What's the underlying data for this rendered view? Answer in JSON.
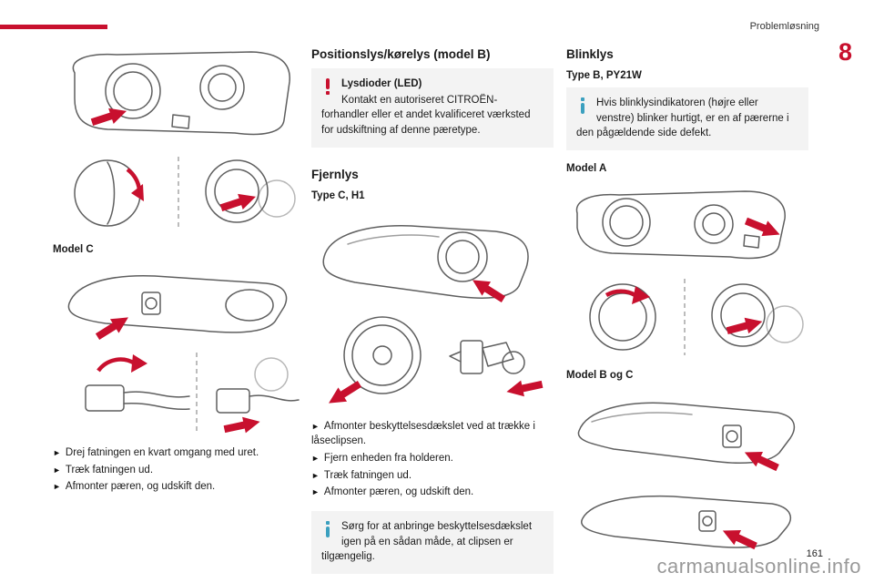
{
  "page": {
    "header": "Problemløsning",
    "chapter": "8",
    "number": "161",
    "watermark": "carmanualsonline.info"
  },
  "glyphs": {
    "bullet": "►"
  },
  "col1": {
    "model_c": "Model C",
    "bullets": [
      "Drej fatningen en kvart omgang med uret.",
      "Træk fatningen ud.",
      "Afmonter pæren, og udskift den."
    ]
  },
  "col2": {
    "heading_position": "Positionslys/kørelys (model B)",
    "warning": {
      "title": "Lysdioder (LED)",
      "body": "Kontakt en autoriseret CITROËN-forhandler eller et andet kvalificeret værksted for udskiftning af denne pæretype."
    },
    "heading_fjernlys": "Fjernlys",
    "type": "Type C, H1",
    "bullets": [
      "Afmonter beskyttelsesdækslet ved at trække i låseclipsen.",
      "Fjern enheden fra holderen.",
      "Træk fatningen ud.",
      "Afmonter pæren, og udskift den."
    ],
    "info": "Sørg for at anbringe beskyttelsesdækslet igen på en sådan måde, at clipsen er tilgængelig."
  },
  "col3": {
    "heading": "Blinklys",
    "type": "Type B, PY21W",
    "info": "Hvis blinklysindikatoren (højre eller venstre) blinker hurtigt, er en af pærerne i den pågældende side defekt.",
    "model_a": "Model A",
    "model_bc": "Model B og C"
  },
  "colors": {
    "accent_red": "#c8102e",
    "info_blue": "#3ba0bf",
    "box_bg": "#f3f3f3"
  }
}
